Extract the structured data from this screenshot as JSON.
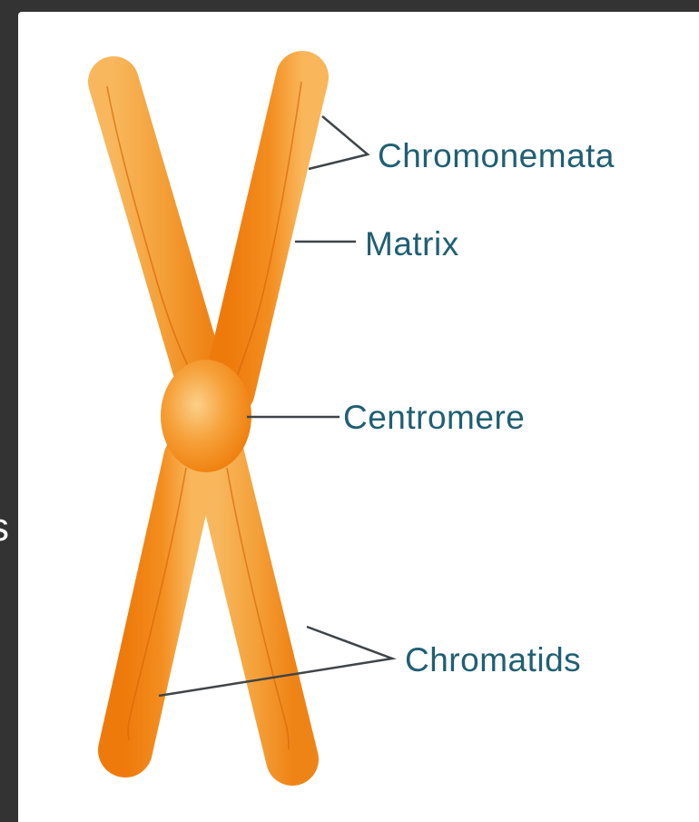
{
  "diagram": {
    "labels": {
      "chromonemata": "Chromonemata",
      "matrix": "Matrix",
      "centromere": "Centromere",
      "chromatids": "Chromatids"
    },
    "colors": {
      "chromatid_dark": "#f07f0e",
      "chromatid_light": "#f7b04a",
      "centromere": "#f39526",
      "label_text": "#1f5f73",
      "leader_line": "#3f4448",
      "frame": "#333333"
    },
    "edge_glyph": "s"
  }
}
